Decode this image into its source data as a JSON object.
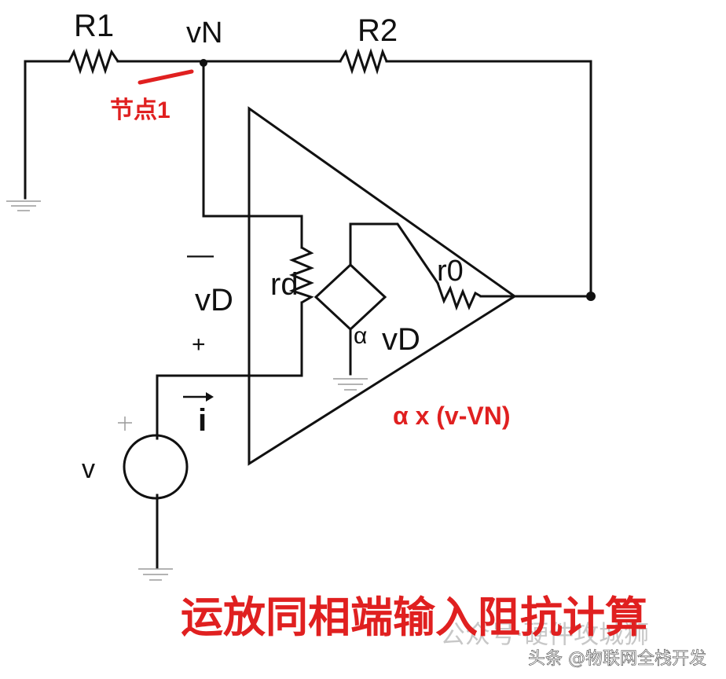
{
  "diagram": {
    "title": "运放同相端输入阻抗计算",
    "colors": {
      "wire": "#111111",
      "annotation": "#e02020",
      "watermark": "#9a9a9a"
    },
    "labels": {
      "r1": "R1",
      "r2": "R2",
      "vn": "vN",
      "node_note": "节点1",
      "minus_sign": "—",
      "plus_sign": "+",
      "vd_left": "vD",
      "rd": "rd",
      "r0": "r0",
      "alpha": "α",
      "vd_right": "vD",
      "current": "i",
      "source_v": "v",
      "formula": "α x (v-VN)"
    },
    "watermark": {
      "faint_text": "公众号·硬件攻城狮",
      "credit": "头条 @物联网全栈开发"
    }
  }
}
